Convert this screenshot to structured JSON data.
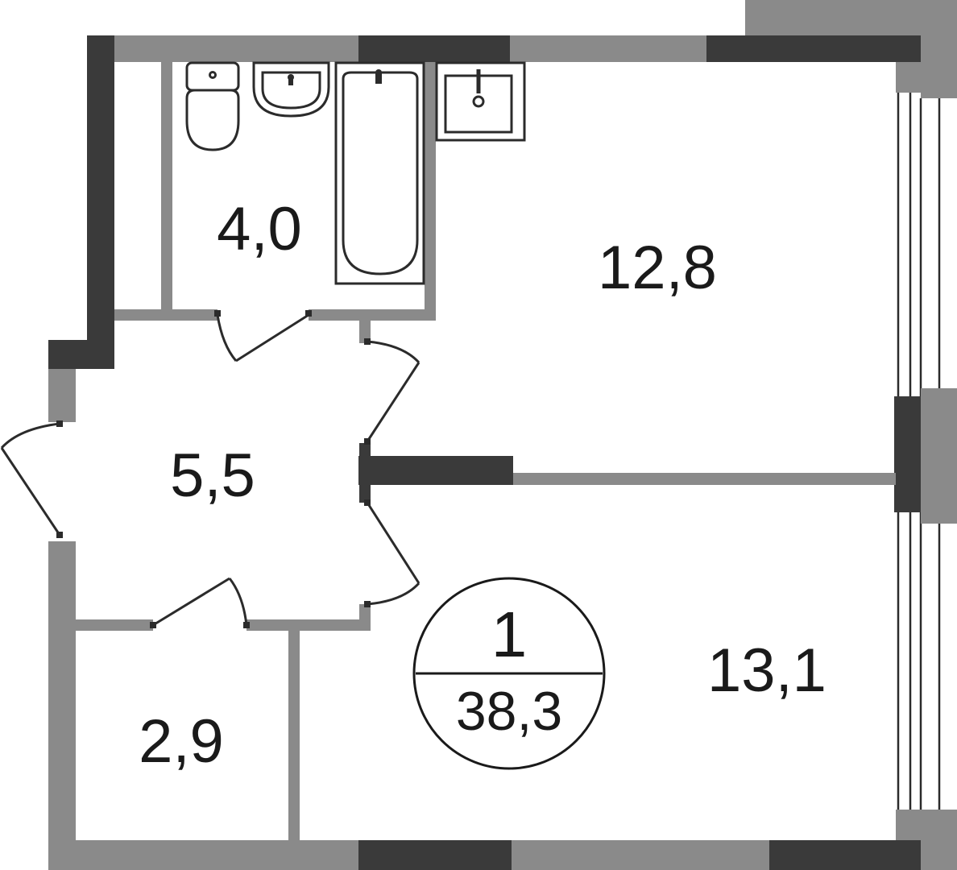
{
  "rooms": {
    "bathroom_area": "4,0",
    "kitchen_area": "12,8",
    "hall_area": "5,5",
    "bedroom_area": "13,1",
    "storage_area": "2,9"
  },
  "badge": {
    "rooms_count": "1",
    "total_area": "38,3"
  },
  "colors": {
    "wall_dark": "#3a3a3a",
    "wall_gray": "#8a8a8a",
    "line": "#2b2b2b"
  }
}
